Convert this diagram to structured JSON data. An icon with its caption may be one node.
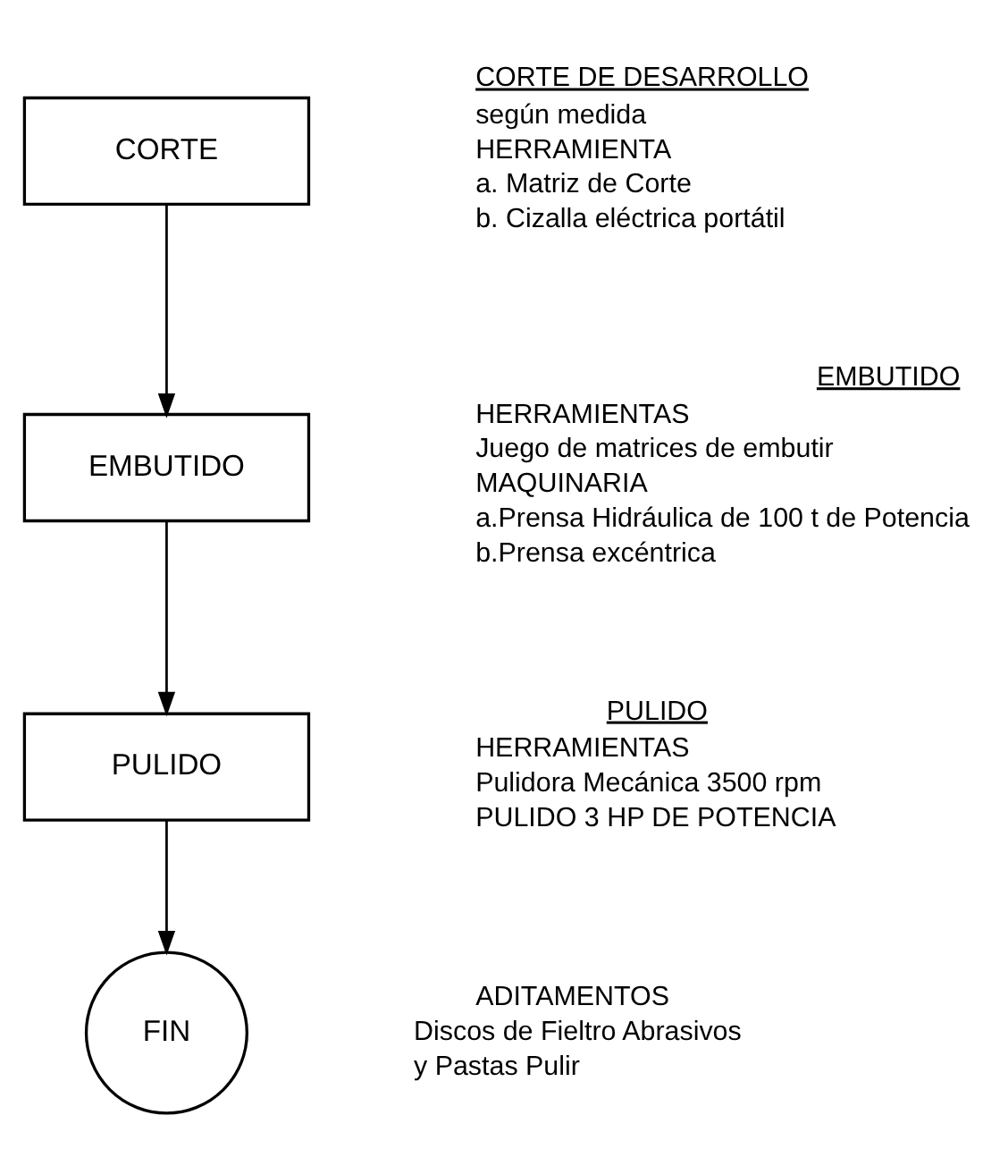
{
  "diagram": {
    "nodes": [
      {
        "text": [
          "CORTE"
        ],
        "beside": [
          "CORTE DE DESARROLLO",
          "según medida",
          "HERRAMIENTA",
          "a. Matriz de Corte",
          "b. Cizalla eléctrica portátil"
        ]
      },
      {
        "text": [
          "EMBUTIDO"
        ],
        "beside": [
          "EMBUTIDO",
          "HERRAMIENTAS",
          "Juego de matrices de embutir",
          "MAQUINARIA",
          "a.Prensa Hidráulica de 100 t de Potencia",
          "b.Prensa excéntrica"
        ]
      },
      {
        "text": [
          "PULIDO"
        ],
        "beside": [
          "PULIDO",
          "HERRAMIENTAS",
          "Pulidora Mecánica 3500 rpm",
          "PULIDO 3 HP DE POTENCIA"
        ]
      },
      {
        "text": [
          "FIN"
        ],
        "beside": [
          "ADITAMENTOS",
          "Discos de Fieltro Abrasivos",
          "y Pastas Pulir"
        ]
      }
    ],
    "edges": [
      {
        "from": 0,
        "to": 1,
        "arrow": "to"
      },
      {
        "from": 1,
        "to": 2,
        "arrow": "to"
      },
      {
        "from": 2,
        "to": 3,
        "arrow": "to"
      }
    ]
  }
}
